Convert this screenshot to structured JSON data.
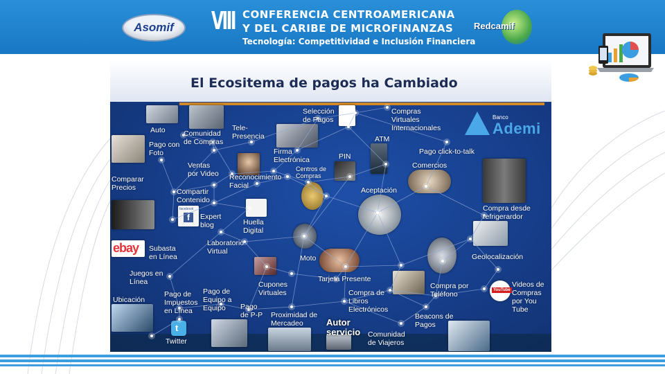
{
  "header": {
    "left_logo": "Asomif",
    "roman_numeral": "VIII",
    "title_line1": "CONFERENCIA CENTROAMERICANA",
    "title_line2": "Y DEL CARIBE DE MICROFINANZAS",
    "subtitle": "Tecnología: Competitividad e Inclusión Financiera",
    "right_logo": "Redcamif"
  },
  "slide": {
    "title": "El Ecositema de pagos ha Cambiado",
    "bank_prefix": "Banco",
    "bank_name": "Ademi",
    "facebook_logo": "facebook",
    "youtube_logo": "YouTube",
    "ebay_logo": "ebay",
    "autor_label": "Autor\nservicio"
  },
  "diagram": {
    "nodes": [
      {
        "id": "auto",
        "label": "Auto"
      },
      {
        "id": "comunidad_compras",
        "label": "Comunidad\nde Compras"
      },
      {
        "id": "tele_presencia",
        "label": "Tele-\nPresencia"
      },
      {
        "id": "seleccion_pagos",
        "label": "Selección\nde Pagos"
      },
      {
        "id": "compras_virtuales",
        "label": "Compras\nVirtuales\nInternacionales"
      },
      {
        "id": "pago_con_foto",
        "label": "Pago con\nFoto"
      },
      {
        "id": "firma_electronica",
        "label": "Firma\nElectrónica"
      },
      {
        "id": "pago_click",
        "label": "Pago click-to-talk"
      },
      {
        "id": "atm",
        "label": "ATM"
      },
      {
        "id": "pin",
        "label": "PIN"
      },
      {
        "id": "centros_compras",
        "label": "Centros de\nCompras"
      },
      {
        "id": "ventas_video",
        "label": "Ventas\npor Video"
      },
      {
        "id": "comercios",
        "label": "Comercios"
      },
      {
        "id": "reconocimiento_facial",
        "label": "Reconocimiento\nFacial"
      },
      {
        "id": "comparar_precios",
        "label": "Comparar\nPrecios"
      },
      {
        "id": "compartir_contenido",
        "label": "Compartir\nContenido"
      },
      {
        "id": "aceptacion",
        "label": "Aceptación"
      },
      {
        "id": "compra_refrigerador",
        "label": "Compra desde\nrefrigerardor"
      },
      {
        "id": "expert_blog",
        "label": "Expert\nblog"
      },
      {
        "id": "huella_digital",
        "label": "Huella\nDigital"
      },
      {
        "id": "laboratorio_virtual",
        "label": "Laboratorio\nVirtual"
      },
      {
        "id": "subasta_linea",
        "label": "Subasta\nen Línea"
      },
      {
        "id": "moto",
        "label": "Moto"
      },
      {
        "id": "geolocalizacion",
        "label": "Geolocalización"
      },
      {
        "id": "tarjeta_presente",
        "label": "Tarjeta Presente"
      },
      {
        "id": "juegos_linea",
        "label": "Juegos en\nLínea"
      },
      {
        "id": "cupones_virtuales",
        "label": "Cupones\nVirtuales"
      },
      {
        "id": "compra_telefono",
        "label": "Compra por\nTeléfono"
      },
      {
        "id": "videos_youtube",
        "label": "Videos de\nCompras\npor You\nTube"
      },
      {
        "id": "compra_libros",
        "label": "Compra de\nLibros\nElectrónicos"
      },
      {
        "id": "ubicacion",
        "label": "Ubicación"
      },
      {
        "id": "pago_impuestos",
        "label": "Pago de\nImpuestos\nen Línea"
      },
      {
        "id": "pago_equipo",
        "label": "Pago de\nEquipo a\nEquipo"
      },
      {
        "id": "pago_p_p",
        "label": "Pago\nde P-P"
      },
      {
        "id": "proximidad_mercadeo",
        "label": "Proximidad de\nMercadeo"
      },
      {
        "id": "beacons_pagos",
        "label": "Beacons de\nPagos"
      },
      {
        "id": "comunidad_viajeros",
        "label": "Comunidad\nde Viajeros"
      },
      {
        "id": "twitter",
        "label": "Twitter"
      }
    ]
  },
  "colors": {
    "banner": "#1877c4",
    "panel_bg": "#173f8c",
    "accent_line": "#d28a28",
    "node_glow": "#ffffff"
  }
}
